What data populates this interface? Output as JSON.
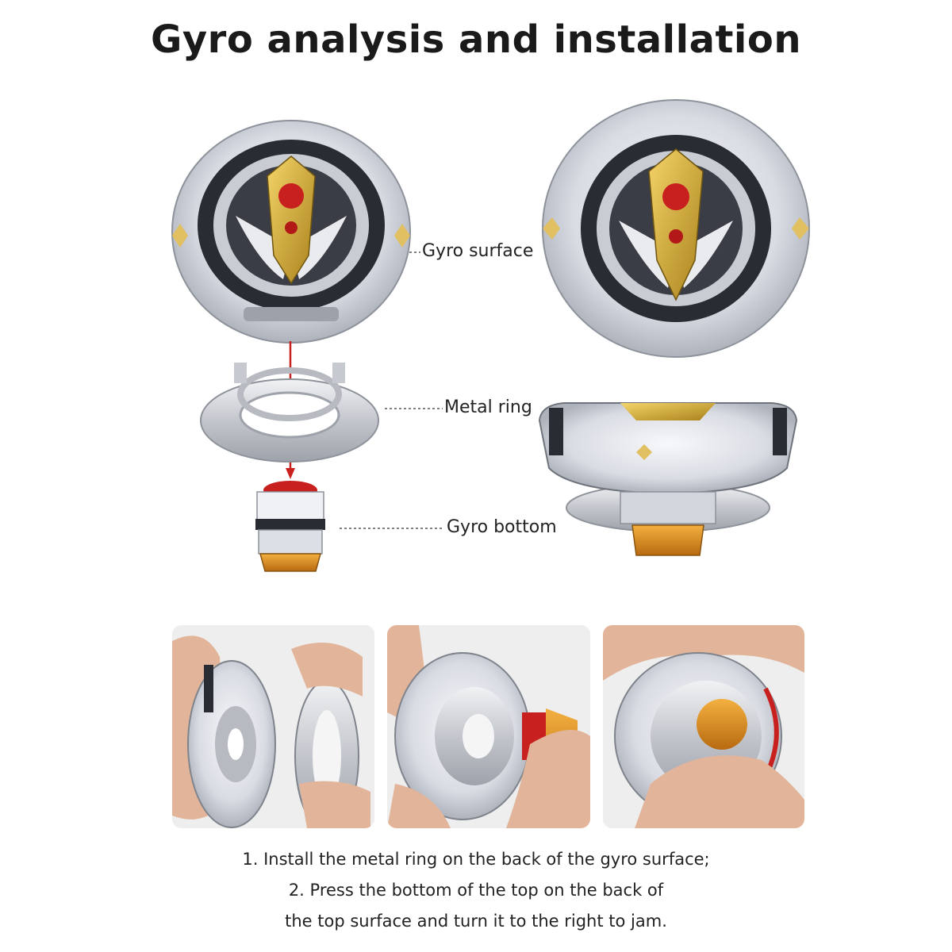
{
  "title": "Gyro analysis and installation",
  "labels": {
    "surface": "Gyro surface",
    "ring": "Metal ring",
    "bottom": "Gyro bottom"
  },
  "captions": [
    "1. Install the metal ring on the back of the gyro surface;",
    "2. Press the bottom of the top on the back of",
    "the top surface and turn it to the right to jam."
  ],
  "colors": {
    "dark": "#2a2c33",
    "clear": "#dfe2e8",
    "gold": "#d4a82a",
    "red": "#c8201e",
    "orange": "#e08a1a",
    "silver": "#c9ccd2"
  }
}
